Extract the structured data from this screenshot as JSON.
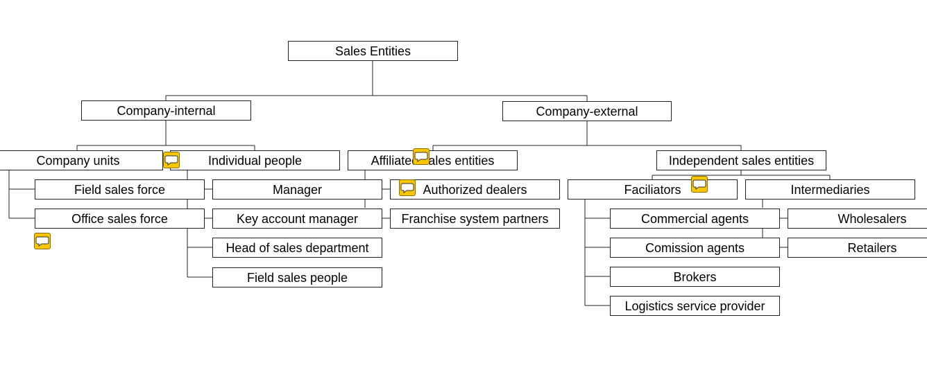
{
  "diagram": {
    "root": "Sales Entities",
    "internal": {
      "label": "Company-internal",
      "company_units": {
        "label": "Company units",
        "children": [
          "Field sales force",
          "Office sales force"
        ]
      },
      "individual_people": {
        "label": "Individual people",
        "children": [
          "Manager",
          "Key account manager",
          "Head of sales department",
          "Field sales people"
        ]
      }
    },
    "external": {
      "label": "Company-external",
      "affiliated": {
        "label": "Affiliated sales entities",
        "children": [
          "Authorized dealers",
          "Franchise system partners"
        ]
      },
      "independent": {
        "label": "Independent sales entities",
        "faciliators": {
          "label": "Faciliators",
          "children": [
            "Commercial agents",
            "Comission agents",
            "Brokers",
            "Logistics service provider"
          ]
        },
        "intermediaries": {
          "label": "Intermediaries",
          "children": [
            "Wholesalers",
            "Retailers"
          ]
        }
      }
    },
    "comment_icon": "speech-bubble-icon",
    "comment_color": "#f7c600"
  }
}
